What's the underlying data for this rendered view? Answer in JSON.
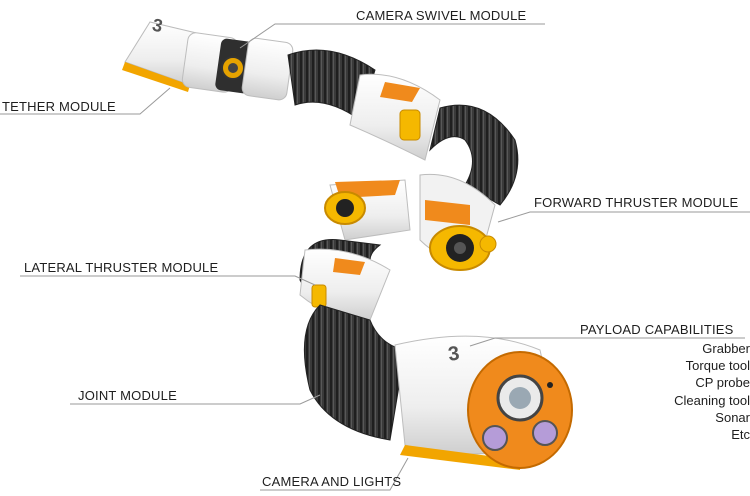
{
  "labels": {
    "camera_swivel": "CAMERA SWIVEL MODULE",
    "tether": "TETHER MODULE",
    "forward_thruster": "FORWARD THRUSTER MODULE",
    "lateral_thruster": "LATERAL THRUSTER MODULE",
    "payload": "PAYLOAD CAPABILITIES",
    "joint": "JOINT MODULE",
    "camera_lights": "CAMERA AND LIGHTS"
  },
  "payload_items": [
    "Grabber",
    "Torque tool",
    "CP probe",
    "Cleaning tool",
    "Sonar",
    "Etc"
  ],
  "module_numbers": {
    "rear": "3",
    "front": "3"
  },
  "colors": {
    "body_white": "#f2f2f2",
    "joint_dark": "#3b3b3b",
    "accent_orange": "#f08a1c",
    "accent_yellow": "#f5b800",
    "leader_line": "#9a9a9a"
  }
}
